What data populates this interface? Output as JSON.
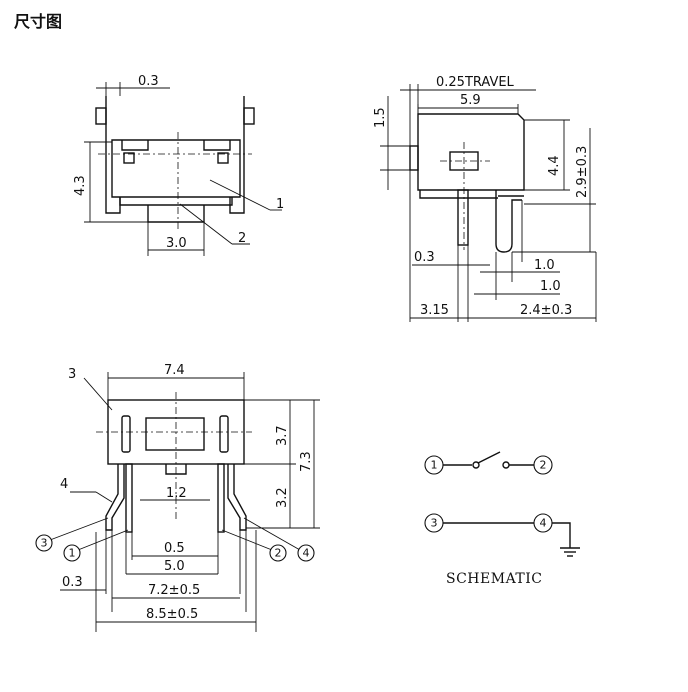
{
  "title": "尺寸图",
  "top_left_view": {
    "dims": {
      "top": "0.3",
      "left": "4.3",
      "bottom": "3.0"
    },
    "callouts": {
      "c1": "1",
      "c2": "2"
    }
  },
  "top_right_view": {
    "dims": {
      "travel": "0.25TRAVEL",
      "width": "5.9",
      "left_v": "1.5",
      "right_v1": "4.4",
      "right_v2": "2.9±0.3",
      "b1": "0.3",
      "b2": "1.0",
      "b3": "1.0",
      "b4": "3.15",
      "b5": "2.4±0.3"
    }
  },
  "bottom_left_view": {
    "dims": {
      "top": "7.4",
      "v1": "3.7",
      "v2": "7.3",
      "v3": "3.2",
      "mid": "1.2",
      "b1": "0.5",
      "b2": "5.0",
      "b3": "0.3",
      "b4": "7.2±0.5",
      "b5": "8.5±0.5"
    },
    "callouts": {
      "c3": "3",
      "c4": "4"
    },
    "pins": {
      "p1": "1",
      "p2": "2",
      "p3": "3",
      "p4": "4"
    }
  },
  "schematic": {
    "label": "SCHEMATIC",
    "pins": {
      "p1": "1",
      "p2": "2",
      "p3": "3",
      "p4": "4"
    }
  }
}
